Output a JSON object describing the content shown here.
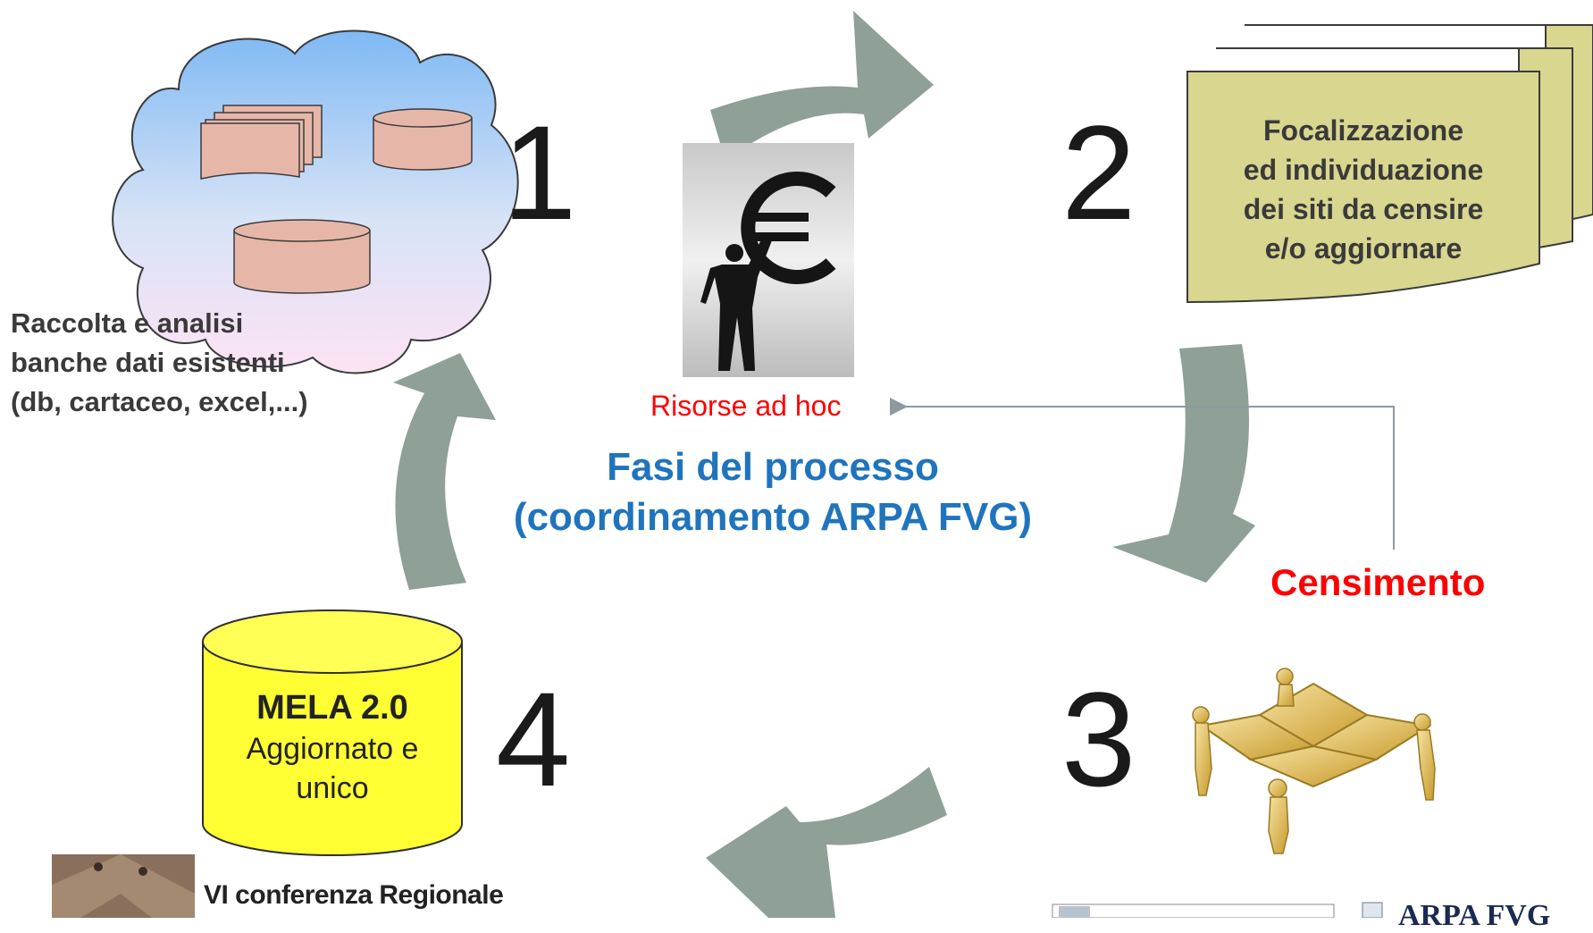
{
  "title": {
    "line1": "Fasi del processo",
    "line2": "(coordinamento ARPA FVG)"
  },
  "phases": [
    {
      "number": "1",
      "label_lines": [
        "Raccolta e analisi",
        "banche dati esistenti",
        "(db, cartaceo, excel,...)"
      ]
    },
    {
      "number": "2",
      "label_lines": [
        "Focalizzazione",
        "ed individuazione",
        "dei siti da censire",
        "e/o aggiornare"
      ]
    },
    {
      "number": "3",
      "label_lines": []
    },
    {
      "number": "4",
      "label_lines": [
        "MELA 2.0",
        "Aggiornato e",
        "unico"
      ]
    }
  ],
  "resources_label": "Risorse ad hoc",
  "census_label": "Censimento",
  "footer": {
    "conference": "VI conferenza Regionale",
    "arpa": "ARPA FVG"
  },
  "colors": {
    "cycle_arrow": "#8fa096",
    "title_blue": "#1f74bd",
    "red": "#ff0000",
    "doc_fill": "#d8d68f",
    "db_yellow": "#ffff33",
    "db_pink": "#e6b7a9",
    "connector": "#8c9aa0"
  },
  "icons": {
    "cloud": "cloud-database-icon",
    "person": "person-holding-euro-icon",
    "puzzle": "people-puzzle-icon",
    "database": "database-cylinder-icon"
  }
}
